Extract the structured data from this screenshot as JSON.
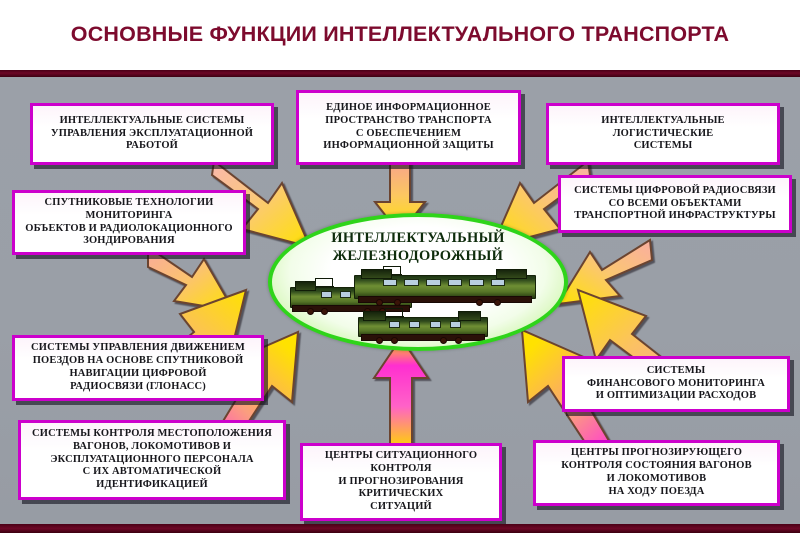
{
  "header": {
    "title": "ОСНОВНЫЕ ФУНКЦИИ ИНТЕЛЛЕКТУАЛЬНОГО ТРАНСПОРТА",
    "title_color": "#7d0b2e",
    "rule_color": "#5c0520"
  },
  "center": {
    "label_line1": "ИНТЕЛЛЕКТУАЛЬНЫЙ",
    "label_line2": "ЖЕЛЕЗНОДОРОЖНЫЙ",
    "oval_border_color": "#2fd41a",
    "text_color": "#0e2c0c",
    "illustration": "locomotive-group"
  },
  "colors": {
    "box_border": "#cc00cc",
    "box_fill": "#ffffff",
    "background": "#9ba0a8",
    "arrow_tip": "#ffe400",
    "arrow_tail_warm": "#f7a08a",
    "arrow_tail_magenta": "#ff2fd0",
    "arrow_outline": "#5b3320"
  },
  "boxes": [
    {
      "id": "operational-management-systems",
      "position": "top-left",
      "lines": [
        "ИНТЕЛЛЕКТУАЛЬНЫЕ СИСТЕМЫ",
        "УПРАВЛЕНИЯ ЭКСПЛУАТАЦИОННОЙ",
        "РАБОТОЙ"
      ]
    },
    {
      "id": "unified-information-space",
      "position": "top-center",
      "lines": [
        "ЕДИНОЕ ИНФОРМАЦИОННОЕ",
        "ПРОСТРАНСТВО ТРАНСПОРТА",
        "С ОБЕСПЕЧЕНИЕМ",
        "ИНФОРМАЦИОННОЙ  ЗАЩИТЫ"
      ]
    },
    {
      "id": "intelligent-logistics-systems",
      "position": "top-right",
      "lines": [
        "ИНТЕЛЛЕКТУАЛЬНЫЕ",
        "ЛОГИСТИЧЕСКИЕ",
        "СИСТЕМЫ"
      ]
    },
    {
      "id": "satellite-monitoring-technologies",
      "position": "left-upper",
      "lines": [
        "СПУТНИКОВЫЕ  ТЕХНОЛОГИИ",
        "МОНИТОРИНГА",
        "ОБЪЕКТОВ И РАДИОЛОКАЦИОННОГО",
        "ЗОНДИРОВАНИЯ"
      ]
    },
    {
      "id": "digital-radio-communication-systems",
      "position": "right-upper",
      "lines": [
        "СИСТЕМЫ ЦИФРОВОЙ  РАДИОСВЯЗИ",
        "СО ВСЕМИ ОБЪЕКТАМИ",
        "ТРАНСПОРТНОЙ  ИНФРАСТРУКТУРЫ"
      ]
    },
    {
      "id": "train-traffic-control-systems",
      "position": "left-middle",
      "lines": [
        "СИСТЕМЫ УПРАВЛЕНИЯ ДВИЖЕНИЕМ",
        "ПОЕЗДОВ НА ОСНОВЕ  СПУТНИКОВОЙ",
        "НАВИГАЦИИ  ЦИФРОВОЙ",
        "РАДИОСВЯЗИ (ГЛОНАСС)"
      ]
    },
    {
      "id": "financial-monitoring-systems",
      "position": "right-middle",
      "lines": [
        "СИСТЕМЫ",
        "ФИНАНСОВОГО  МОНИТОРИНГА",
        "И ОПТИМИЗАЦИИ РАСХОДОВ"
      ]
    },
    {
      "id": "location-control-systems",
      "position": "bottom-left",
      "lines": [
        "СИСТЕМЫ КОНТРОЛЯ МЕСТОПОЛОЖЕНИЯ",
        "ВАГОНОВ, ЛОКОМОТИВОВ И",
        "ЭКСПЛУАТАЦИОННОГО  ПЕРСОНАЛА",
        "С ИХ АВТОМАТИЧЕСКОЙ",
        "ИДЕНТИФИКАЦИЕЙ"
      ]
    },
    {
      "id": "situational-control-centers",
      "position": "bottom-center",
      "lines": [
        "ЦЕНТРЫ СИТУАЦИОННОГО",
        "КОНТРОЛЯ",
        "И ПРОГНОЗИРОВАНИЯ",
        "КРИТИЧЕСКИХ",
        "СИТУАЦИЙ"
      ]
    },
    {
      "id": "predictive-control-centers",
      "position": "bottom-right",
      "lines": [
        "ЦЕНТРЫ ПРОГНОЗИРУЮЩЕГО",
        "КОНТРОЛЯ СОСТОЯНИЯ  ВАГОНОВ",
        "И ЛОКОМОТИВОВ",
        "НА ХОДУ ПОЕЗДА"
      ]
    }
  ],
  "arrows": [
    {
      "id": "arrow-from-operational-management",
      "direction": "down-right"
    },
    {
      "id": "arrow-from-unified-information-space",
      "direction": "down"
    },
    {
      "id": "arrow-from-logistics-systems",
      "direction": "down-left"
    },
    {
      "id": "arrow-from-satellite-monitoring",
      "direction": "down-right"
    },
    {
      "id": "arrow-from-digital-radio",
      "direction": "down-left"
    },
    {
      "id": "arrow-from-traffic-control",
      "direction": "up-right"
    },
    {
      "id": "arrow-from-financial-monitoring",
      "direction": "up-left"
    },
    {
      "id": "arrow-from-location-control",
      "direction": "up-right"
    },
    {
      "id": "arrow-from-situational-centers",
      "direction": "up"
    },
    {
      "id": "arrow-from-predictive-centers",
      "direction": "up-left"
    }
  ]
}
